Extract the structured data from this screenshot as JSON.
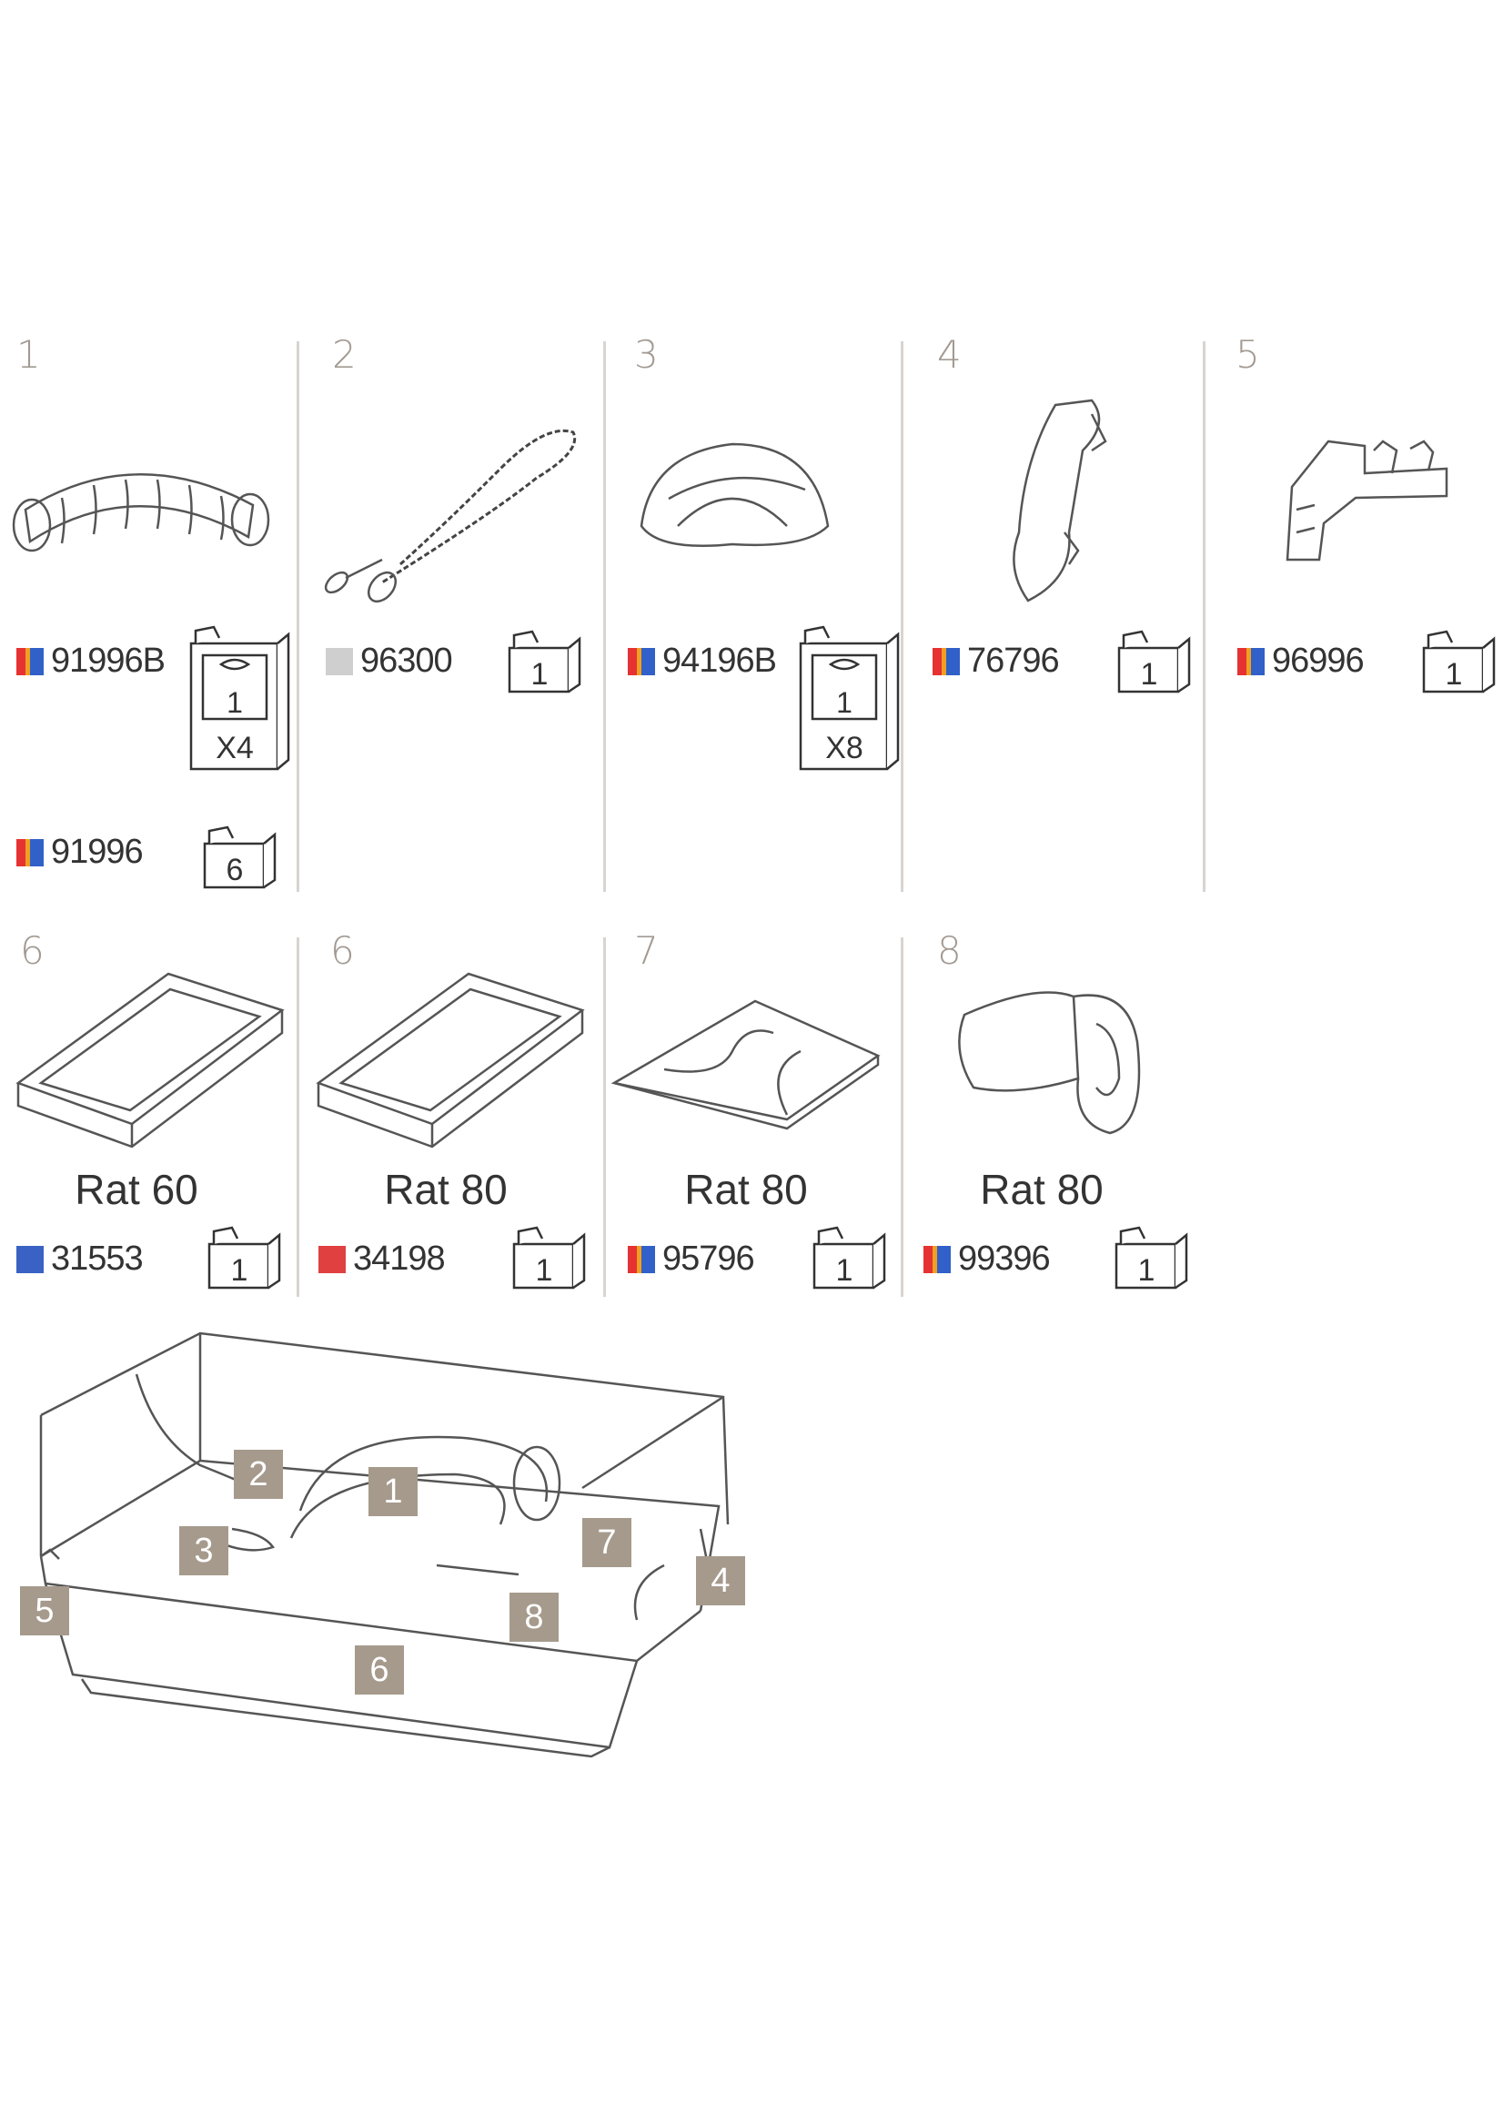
{
  "cells": [
    {
      "num": "1",
      "code": "91996B",
      "qty": "1",
      "mult": "X4",
      "code2": "91996",
      "qty2": "6"
    },
    {
      "num": "2",
      "code": "96300",
      "qty": "1"
    },
    {
      "num": "3",
      "code": "94196B",
      "qty": "1",
      "mult": "X8"
    },
    {
      "num": "4",
      "code": "76796",
      "qty": "1"
    },
    {
      "num": "5",
      "code": "96996",
      "qty": "1"
    },
    {
      "num": "6",
      "model": "Rat 60",
      "code": "31553",
      "qty": "1"
    },
    {
      "num": "6",
      "model": "Rat 80",
      "code": "34198",
      "qty": "1"
    },
    {
      "num": "7",
      "model": "Rat 80",
      "code": "95796",
      "qty": "1"
    },
    {
      "num": "8",
      "model": "Rat 80",
      "code": "99396",
      "qty": "1"
    }
  ],
  "callouts": [
    "1",
    "2",
    "3",
    "4",
    "5",
    "6",
    "7",
    "8"
  ],
  "colors": {
    "multi": [
      "#e63232",
      "#f0a020",
      "#3060c8"
    ],
    "grey": "#cfcfcf",
    "blue": "#3a62c4",
    "red": "#e04040",
    "callout": "#a59a8c"
  }
}
